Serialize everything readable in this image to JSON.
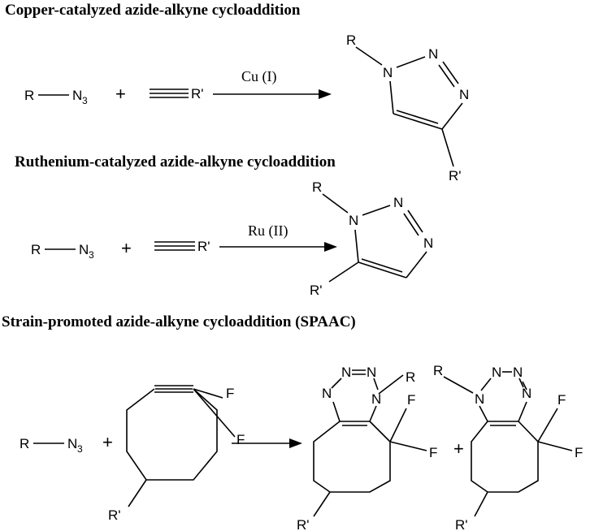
{
  "sections": [
    {
      "title": "Copper-catalyzed azide-alkyne cycloaddition",
      "catalyst": "Cu (I)"
    },
    {
      "title": "Ruthenium-catalyzed azide-alkyne cycloaddition",
      "catalyst": "Ru (II)"
    },
    {
      "title": "Strain-promoted azide-alkyne cycloaddition (SPAAC)"
    }
  ],
  "labels": {
    "R": "R",
    "R_prime": "R'",
    "N": "N",
    "N3_base": "N",
    "N3_sub": "3",
    "F": "F",
    "plus": "+"
  }
}
